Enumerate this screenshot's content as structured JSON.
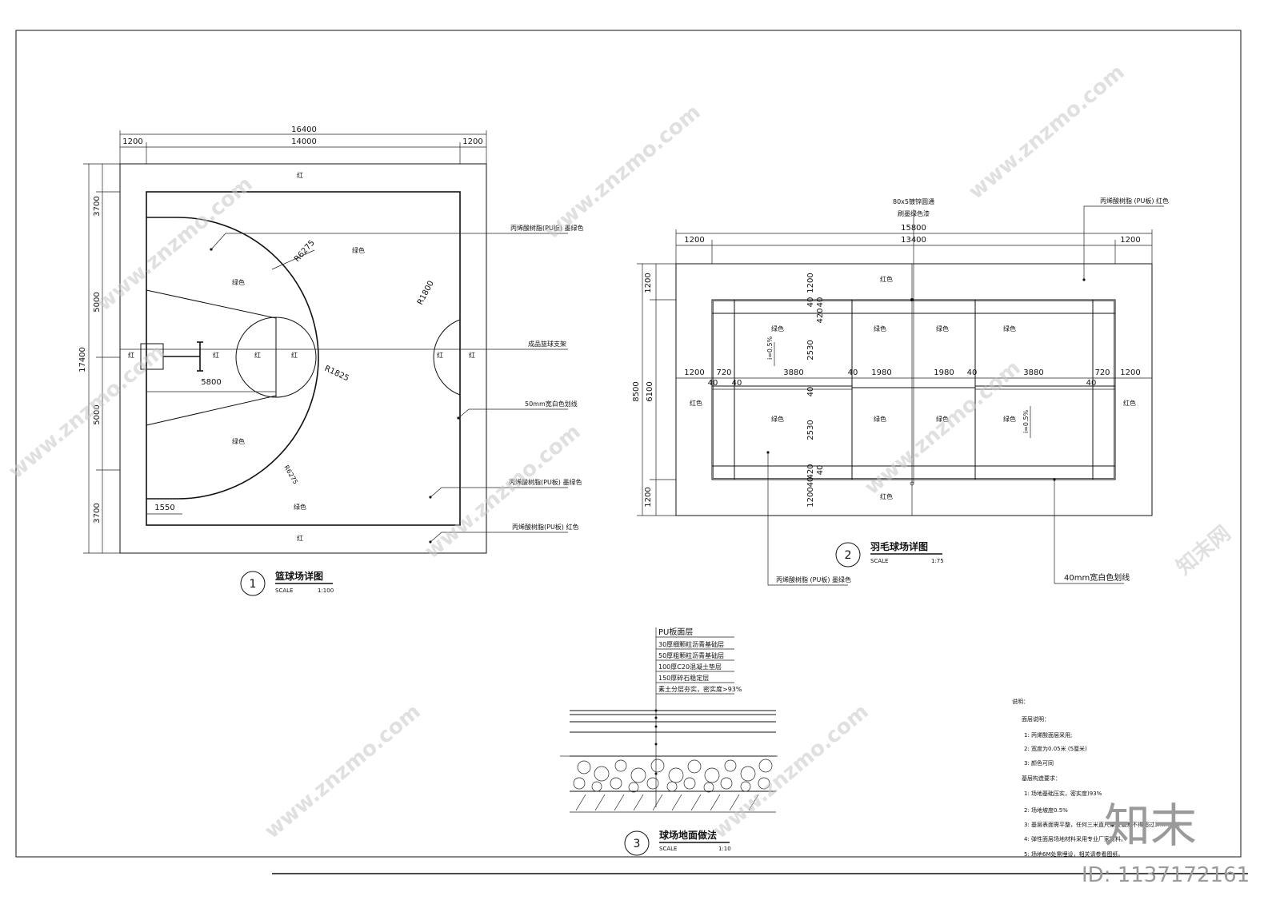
{
  "basketball": {
    "dims": {
      "total_w": "16400",
      "left_margin": "1200",
      "inner_w": "14000",
      "right_margin": "1200",
      "total_h": "17400",
      "top": "3700",
      "upper_mid": "5000",
      "lower_mid": "5000",
      "bottom": "3700"
    },
    "labels": {
      "red": "红",
      "green": "绿色",
      "r6275_a": "R6275",
      "r6275_b": "R6275",
      "r1800": "R1800",
      "r1825": "R1825",
      "d5800": "5800",
      "d1550": "1550"
    },
    "callouts": [
      "丙烯酸树脂(PU板) 墨绿色",
      "成品篮球支架",
      "50mm宽白色划线",
      "丙烯酸树脂(PU板) 墨绿色",
      "丙烯酸树脂(PU板) 红色"
    ],
    "title": {
      "num": "1",
      "name": "篮球场详图",
      "scale_label": "SCALE",
      "scale": "1:100"
    }
  },
  "badminton": {
    "dims": {
      "total_w": "15800",
      "left": "1200",
      "inner_w": "13400",
      "right": "1200",
      "total_h": "8500",
      "inner_h": "6100",
      "top": "1200",
      "bottom": "1200",
      "row": [
        "1200",
        "720",
        "40",
        "3880",
        "40",
        "1980",
        "1980",
        "40",
        "3880",
        "40",
        "720",
        "1200"
      ],
      "v_top": [
        "1200",
        "40",
        "40",
        "420",
        "2530",
        "40",
        "2530",
        "420",
        "40",
        "40",
        "1200"
      ]
    },
    "labels": {
      "red": "红色",
      "green": "绿色",
      "slope": "i=0.5%"
    },
    "callouts": [
      "80x5镀锌圆通",
      "刷墨绿色漆",
      "丙烯酸树脂 (PU板) 红色",
      "丙烯酸树脂 (PU板) 墨绿色",
      "40mm宽白色划线"
    ],
    "title": {
      "num": "2",
      "name": "羽毛球场详图",
      "scale_label": "SCALE",
      "scale": "1:75"
    }
  },
  "section": {
    "layers": [
      "PU板面层",
      "30厚细颗粒沥青基础层",
      "50厚粗颗粒沥青基础层",
      "100厚C20混凝土垫层",
      "150厚碎石稳定层",
      "素土分层夯实，密实度>93%"
    ],
    "title": {
      "num": "3",
      "name": "球场地面做法",
      "scale_label": "SCALE",
      "scale": "1:10"
    }
  },
  "notes": {
    "title": "说明：",
    "sub1": "面层说明：",
    "items1": [
      "1: 丙烯酸面层采用;",
      "2: 宽度为0.05米 (5厘米)",
      "3: 颜色可同"
    ],
    "sub2": "基层构造要求：",
    "items2": [
      "1: 场地基础压实，密实度)93%",
      "2: 场地坡度0.5%",
      "3: 基层表面需平整，任何三米直尺量度偏差不得超过3mm误差",
      "4: 弹性面层场地材料采用专业厂家材料。",
      "5: 场地6M处需埋设，相关请参看图纸。"
    ]
  },
  "watermark": {
    "site": "www.znzmo.com",
    "brand": "知末网",
    "logo": "知末",
    "id": "ID: 1137172161"
  }
}
